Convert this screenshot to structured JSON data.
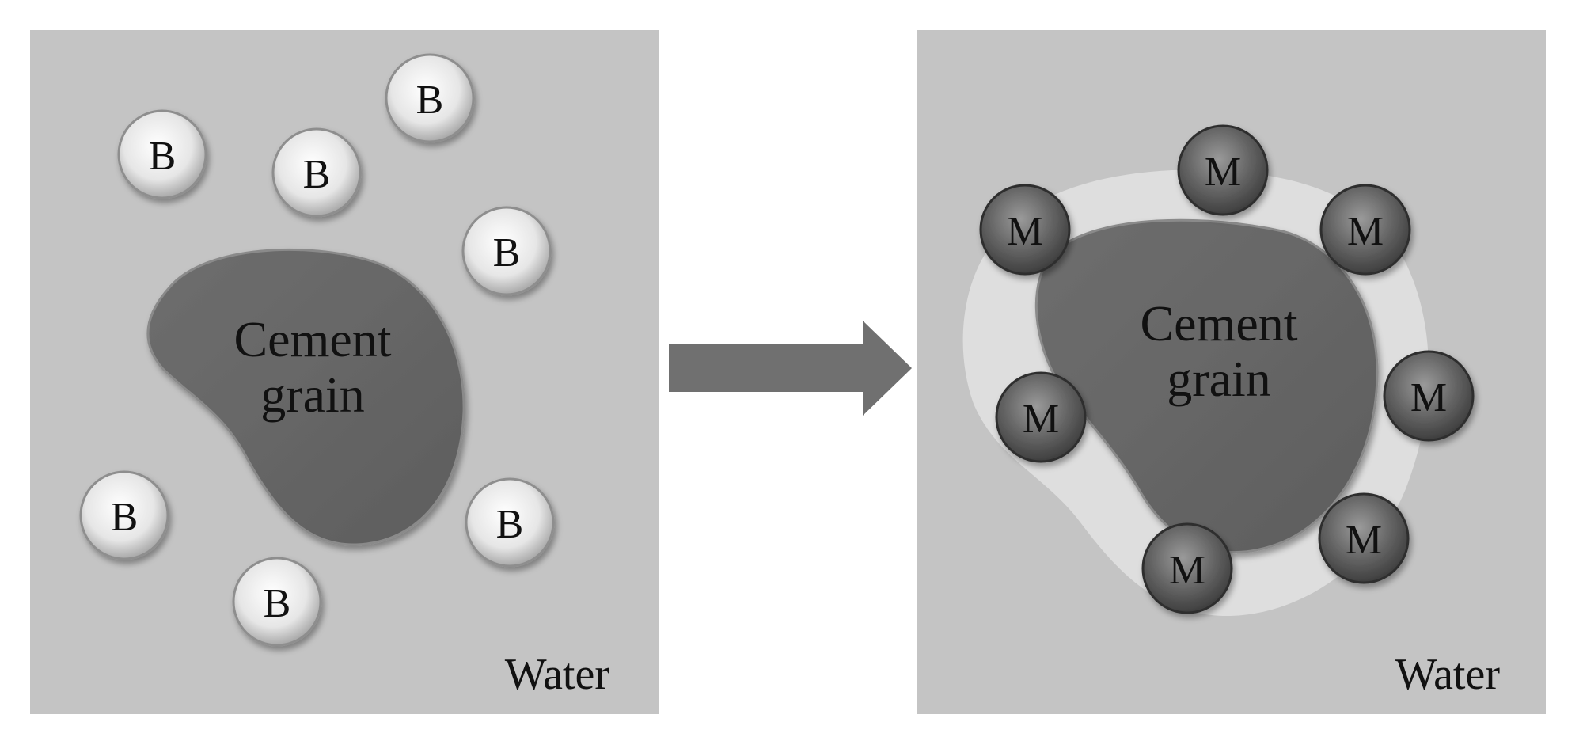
{
  "left_panel": {
    "grain_line1": "Cement",
    "grain_line2": "grain",
    "particle_label": "B",
    "water_label": "Water"
  },
  "right_panel": {
    "grain_line1": "Cement",
    "grain_line2": "grain",
    "particle_label": "M",
    "water_label": "Water"
  },
  "colors": {
    "panel": "#c4c4c4",
    "grain": "#666666",
    "layer": "#dedede",
    "arrow": "#707070",
    "particle_light": "#f2f2f2",
    "particle_dark": "#5a5a5a"
  }
}
